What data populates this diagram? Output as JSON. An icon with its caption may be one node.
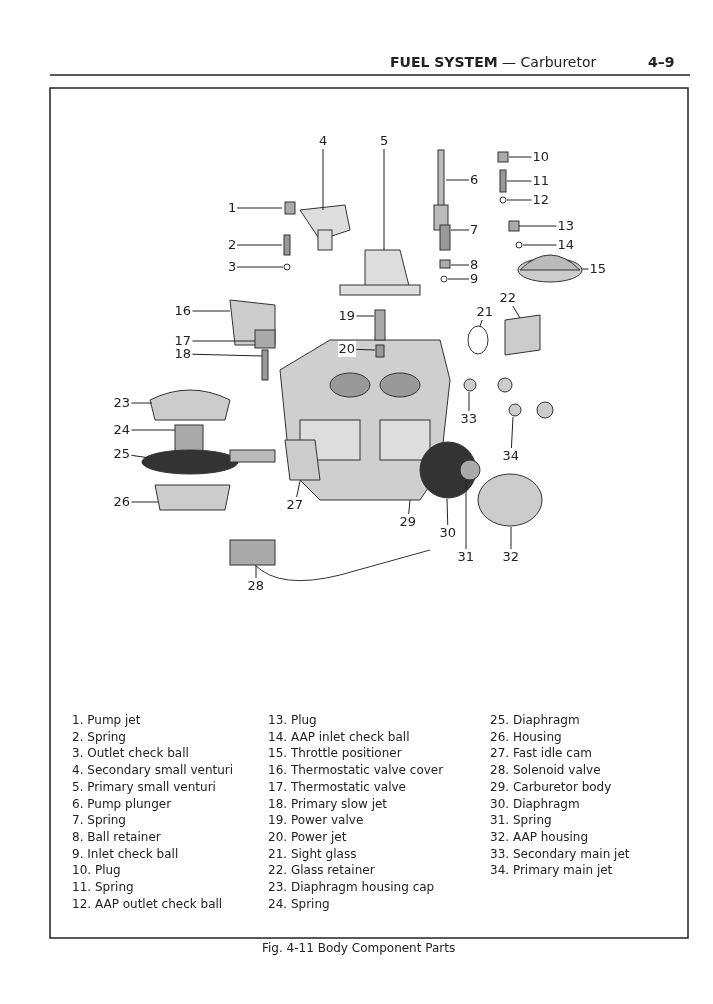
{
  "diagram": {
    "caption": "Fig. 4-11 Body Component Parts",
    "nodes": [
      {
        "text": [
          "1"
        ]
      },
      {
        "text": [
          "2"
        ]
      },
      {
        "text": [
          "3"
        ]
      },
      {
        "text": [
          "4"
        ]
      },
      {
        "text": [
          "5"
        ]
      },
      {
        "text": [
          "6"
        ]
      },
      {
        "text": [
          "7"
        ]
      },
      {
        "text": [
          "8"
        ]
      },
      {
        "text": [
          "9"
        ]
      },
      {
        "text": [
          "10"
        ]
      },
      {
        "text": [
          "11"
        ]
      },
      {
        "text": [
          "12"
        ]
      },
      {
        "text": [
          "13"
        ]
      },
      {
        "text": [
          "14"
        ]
      },
      {
        "text": [
          "15"
        ]
      },
      {
        "text": [
          "16"
        ]
      },
      {
        "text": [
          "17"
        ]
      },
      {
        "text": [
          "18"
        ]
      },
      {
        "text": [
          "19"
        ]
      },
      {
        "text": [
          "20"
        ]
      },
      {
        "text": [
          "21"
        ]
      },
      {
        "text": [
          "22"
        ]
      },
      {
        "text": [
          "23"
        ]
      },
      {
        "text": [
          "24"
        ]
      },
      {
        "text": [
          "25"
        ]
      },
      {
        "text": [
          "26"
        ]
      },
      {
        "text": [
          "27"
        ]
      },
      {
        "text": [
          "28"
        ]
      },
      {
        "text": [
          "29"
        ]
      },
      {
        "text": [
          "30"
        ]
      },
      {
        "text": [
          "31"
        ]
      },
      {
        "text": [
          "32"
        ]
      },
      {
        "text": [
          "33"
        ]
      },
      {
        "text": [
          "34"
        ]
      }
    ],
    "edges": [
      {
        "from": 0,
        "to": null,
        "arrow": "none"
      },
      {
        "from": 1,
        "to": null,
        "arrow": "none"
      },
      {
        "from": 2,
        "to": null,
        "arrow": "none"
      },
      {
        "from": 3,
        "to": null,
        "arrow": "none"
      },
      {
        "from": 4,
        "to": null,
        "arrow": "none"
      },
      {
        "from": 5,
        "to": null,
        "arrow": "none"
      },
      {
        "from": 6,
        "to": null,
        "arrow": "none"
      },
      {
        "from": 7,
        "to": null,
        "arrow": "none"
      },
      {
        "from": 8,
        "to": null,
        "arrow": "none"
      },
      {
        "from": 9,
        "to": null,
        "arrow": "none"
      },
      {
        "from": 10,
        "to": null,
        "arrow": "none"
      },
      {
        "from": 11,
        "to": null,
        "arrow": "none"
      },
      {
        "from": 12,
        "to": null,
        "arrow": "none"
      },
      {
        "from": 13,
        "to": null,
        "arrow": "none"
      },
      {
        "from": 14,
        "to": null,
        "arrow": "none"
      },
      {
        "from": 15,
        "to": null,
        "arrow": "none"
      },
      {
        "from": 16,
        "to": null,
        "arrow": "none"
      },
      {
        "from": 17,
        "to": null,
        "arrow": "none"
      },
      {
        "from": 18,
        "to": null,
        "arrow": "none"
      },
      {
        "from": 19,
        "to": null,
        "arrow": "none"
      },
      {
        "from": 20,
        "to": null,
        "arrow": "none"
      },
      {
        "from": 21,
        "to": null,
        "arrow": "none"
      },
      {
        "from": 22,
        "to": null,
        "arrow": "none"
      },
      {
        "from": 23,
        "to": null,
        "arrow": "none"
      },
      {
        "from": 24,
        "to": null,
        "arrow": "none"
      },
      {
        "from": 25,
        "to": null,
        "arrow": "none"
      },
      {
        "from": 26,
        "to": null,
        "arrow": "none"
      },
      {
        "from": 27,
        "to": null,
        "arrow": "none"
      },
      {
        "from": 28,
        "to": null,
        "arrow": "none"
      },
      {
        "from": 29,
        "to": null,
        "arrow": "none"
      },
      {
        "from": 30,
        "to": null,
        "arrow": "none"
      },
      {
        "from": 31,
        "to": null,
        "arrow": "none"
      },
      {
        "from": 32,
        "to": null,
        "arrow": "none"
      },
      {
        "from": 33,
        "to": null,
        "arrow": "none"
      }
    ],
    "labels": [
      "**FUEL SYSTEM** — Carburetor",
      "4–9",
      "1. Pump jet",
      "2. Spring",
      "3. Outlet check ball",
      "4. Secondary small venturi",
      "5. Primary small venturi",
      "6. Pump plunger",
      "7. Spring",
      "8. Ball retainer",
      "9. Inlet check ball",
      "10. Plug",
      "11. Spring",
      "12. AAP outlet check ball",
      "13. Plug",
      "14. AAP inlet check ball",
      "15. Throttle positioner",
      "16. Thermostatic valve cover",
      "17. Thermostatic valve",
      "18. Primary slow jet",
      "19. Power valve",
      "20. Power jet",
      "21. Sight glass",
      "22. Glass retainer",
      "23. Diaphragm housing cap",
      "24. Spring",
      "25. Diaphragm",
      "26. Housing",
      "27. Fast idle cam",
      "28. Solenoid valve",
      "29. Carburetor body",
      "30. Diaphragm",
      "31. Spring",
      "32. AAP housing",
      "33. Secondary main jet",
      "34. Primary main jet"
    ]
  }
}
